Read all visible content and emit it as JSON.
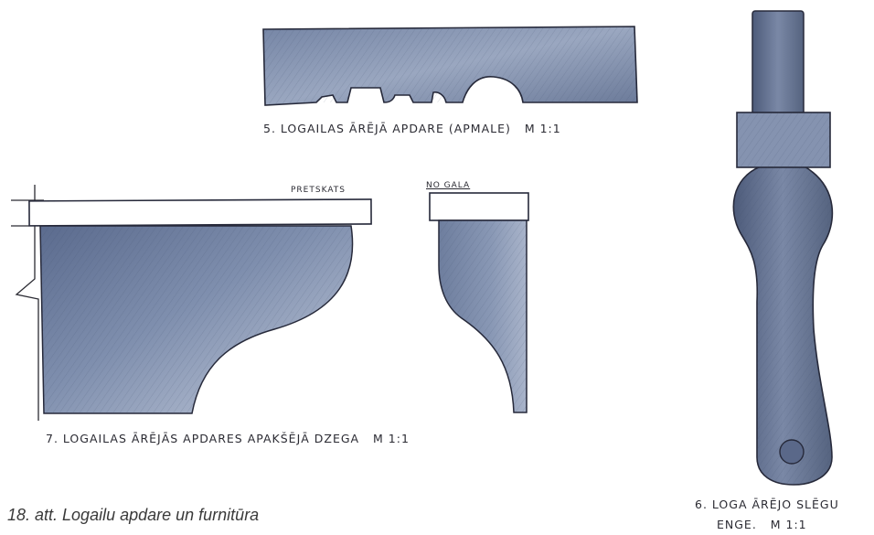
{
  "figure": {
    "caption": "18. att. Logailu apdare un furnitūra"
  },
  "drawings": {
    "trim": {
      "label": "5. LOGAILAS ĀRĒJĀ APDARE (APMALE)",
      "scale": "M 1:1"
    },
    "bracket": {
      "label": "7. LOGAILAS ĀRĒJĀS APDARES APAKŠĒJĀ DZEGA",
      "scale": "M 1:1",
      "view_front": "PRETSKATS",
      "view_end": "NO GALA"
    },
    "hinge": {
      "label_line1": "6. LOGA ĀRĒJO SLĒGU",
      "label_line2": "ENGE.",
      "scale": "M 1:1"
    }
  },
  "colors": {
    "pencil_dark": "#3d4a66",
    "pencil_mid": "#6f7f9e",
    "pencil_light": "#b8c2d6",
    "ink": "#2b2b33"
  }
}
